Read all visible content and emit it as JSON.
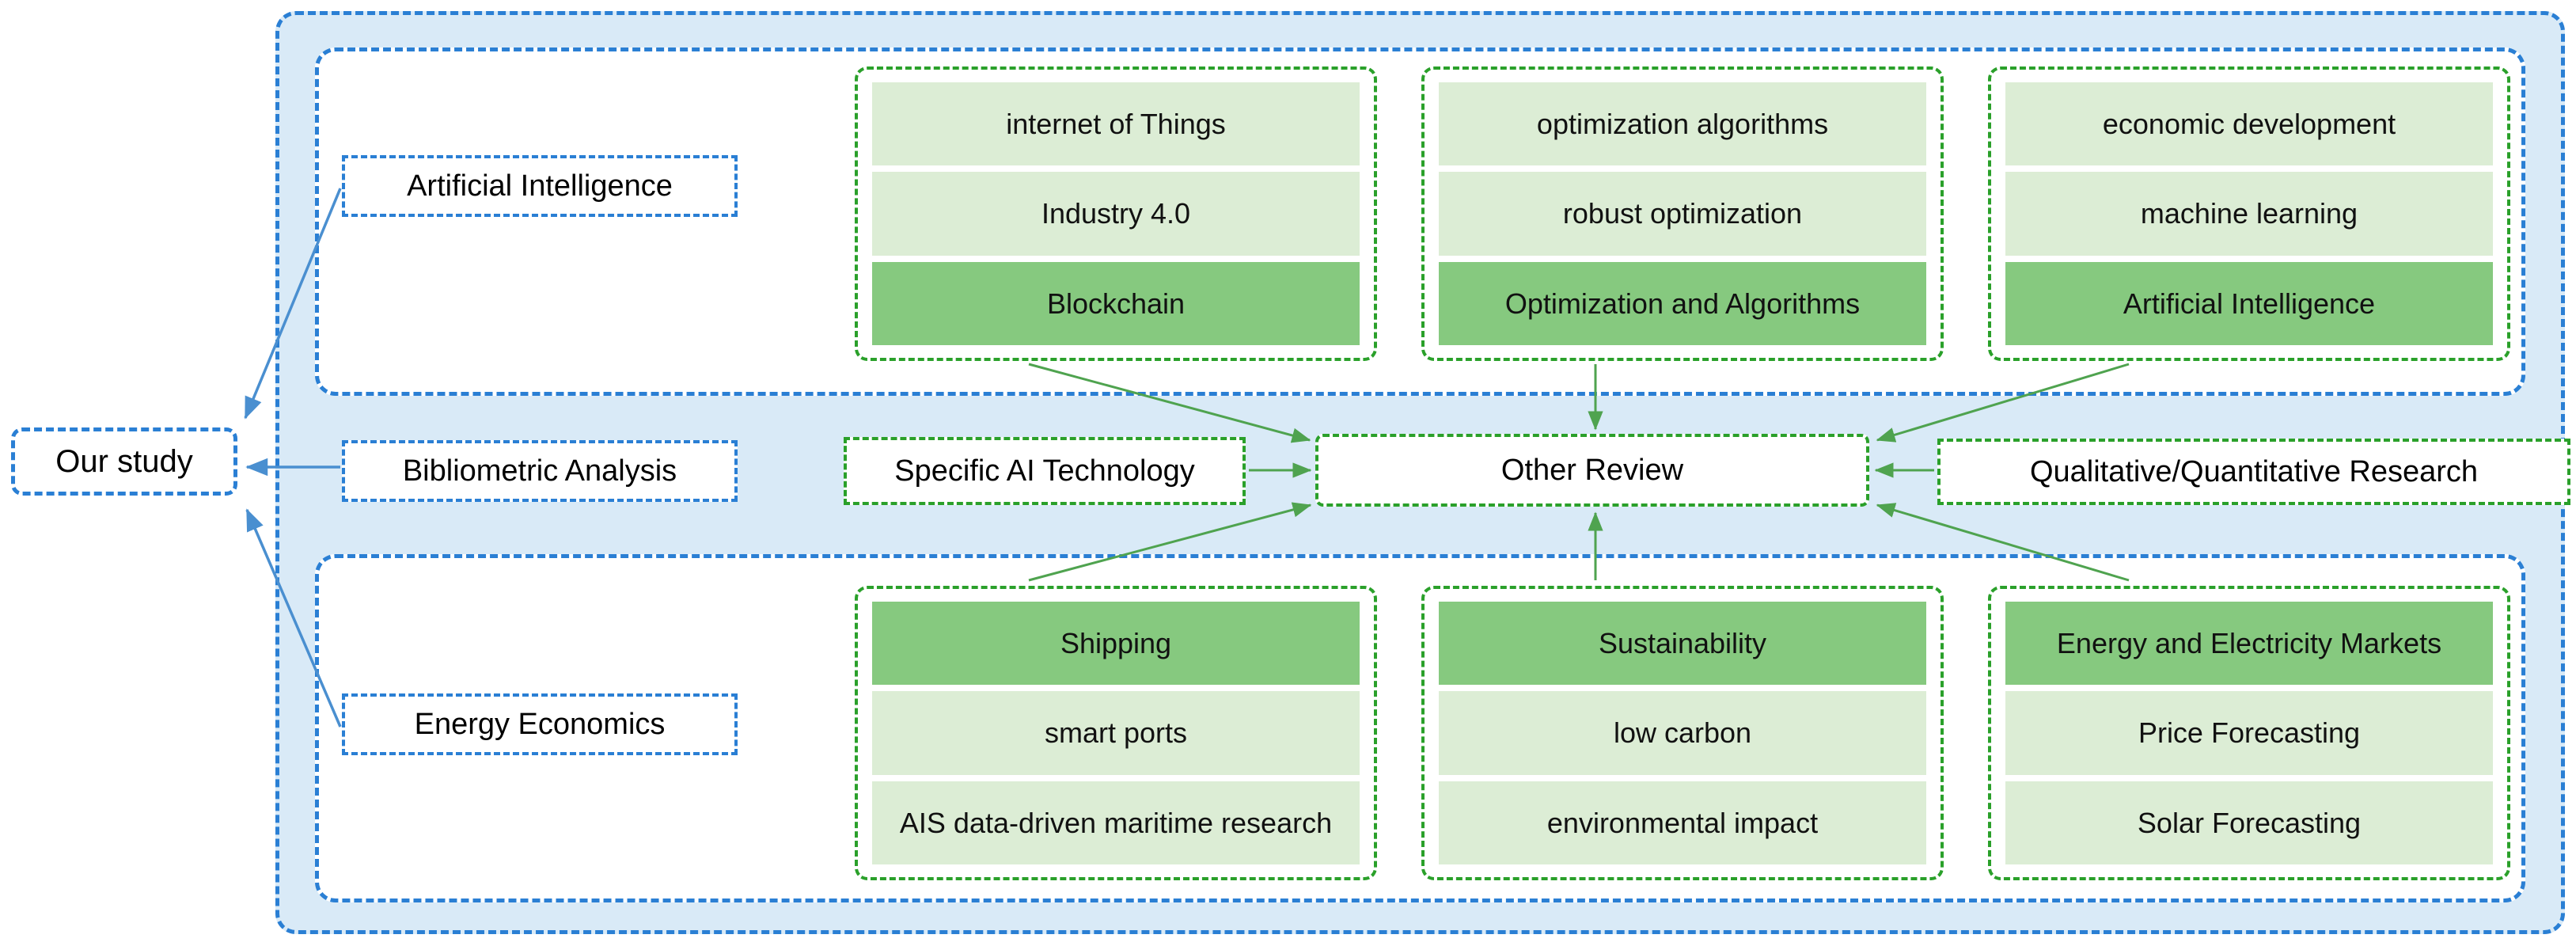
{
  "colors": {
    "blue_outline": "#2a7fd4",
    "blue_fill": "#d9eaf7",
    "green_outline": "#2aa02a",
    "card_light": "#dcedd5",
    "card_highlight": "#86c97f",
    "white": "#ffffff",
    "text": "#000000"
  },
  "root": {
    "our_study": "Our study"
  },
  "sections": {
    "ai": {
      "label": "Artificial Intelligence"
    },
    "bibliometric": {
      "label": "Bibliometric Analysis"
    },
    "energy": {
      "label": "Energy Economics"
    }
  },
  "middle_row": {
    "specific_ai": "Specific AI Technology",
    "other_review": "Other Review",
    "qualitative": "Qualitative/Quantitative Research"
  },
  "groups": {
    "top": [
      {
        "id": "top-col-1",
        "cards": [
          {
            "label": "internet of Things",
            "highlight": false
          },
          {
            "label": "Industry 4.0",
            "highlight": false
          },
          {
            "label": "Blockchain",
            "highlight": true
          }
        ]
      },
      {
        "id": "top-col-2",
        "cards": [
          {
            "label": "optimization algorithms",
            "highlight": false
          },
          {
            "label": "robust optimization",
            "highlight": false
          },
          {
            "label": "Optimization and Algorithms",
            "highlight": true
          }
        ]
      },
      {
        "id": "top-col-3",
        "cards": [
          {
            "label": "economic development",
            "highlight": false
          },
          {
            "label": "machine learning",
            "highlight": false
          },
          {
            "label": "Artificial Intelligence",
            "highlight": true
          }
        ]
      }
    ],
    "bottom": [
      {
        "id": "bottom-col-1",
        "cards": [
          {
            "label": "Shipping",
            "highlight": true
          },
          {
            "label": "smart ports",
            "highlight": false
          },
          {
            "label": "AIS data-driven maritime research",
            "highlight": false
          }
        ]
      },
      {
        "id": "bottom-col-2",
        "cards": [
          {
            "label": "Sustainability",
            "highlight": true
          },
          {
            "label": "low carbon",
            "highlight": false
          },
          {
            "label": "environmental impact",
            "highlight": false
          }
        ]
      },
      {
        "id": "bottom-col-3",
        "cards": [
          {
            "label": "Energy and Electricity Markets",
            "highlight": true
          },
          {
            "label": "Price Forecasting",
            "highlight": false
          },
          {
            "label": "Solar Forecasting",
            "highlight": false
          }
        ]
      }
    ]
  }
}
